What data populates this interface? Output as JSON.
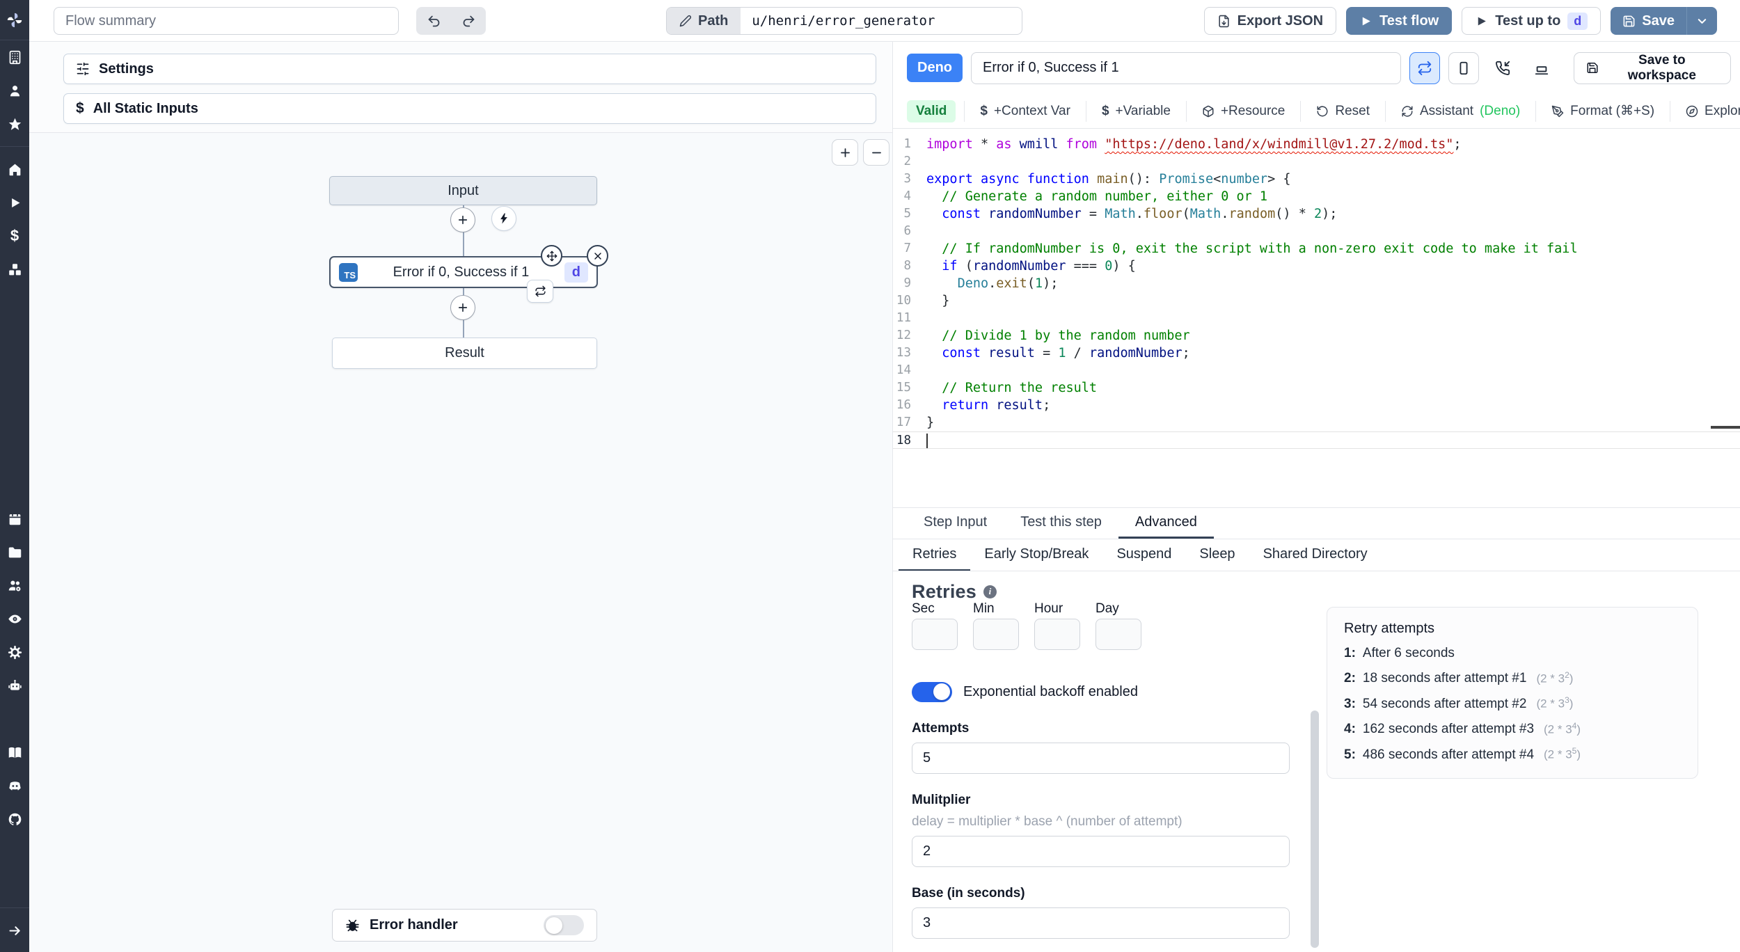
{
  "topbar": {
    "flow_summary_placeholder": "Flow summary",
    "path_label": "Path",
    "path_value": "u/henri/error_generator",
    "export_json_label": "Export JSON",
    "test_flow_label": "Test flow",
    "test_up_to_label": "Test up to",
    "test_up_to_badge": "d",
    "save_label": "Save"
  },
  "sidebar": {
    "groups": [
      [
        "building",
        "user",
        "star"
      ],
      [
        "home",
        "play",
        "dollar",
        "boxes"
      ],
      [
        "calendar",
        "folder",
        "users-gear",
        "eye",
        "gear",
        "bot"
      ],
      [
        "book",
        "discord",
        "github"
      ]
    ],
    "bottom": "arrow-right"
  },
  "flow": {
    "settings_label": "Settings",
    "static_inputs_label": "All Static Inputs",
    "input_node": "Input",
    "step_node": "Error if 0, Success if 1",
    "step_lang_badge": "TS",
    "step_id_badge": "d",
    "result_node": "Result",
    "error_handler_label": "Error handler"
  },
  "editor_header": {
    "lang_badge": "Deno",
    "title_value": "Error if 0, Success if 1",
    "save_to_workspace_label": "Save to workspace"
  },
  "editor_toolbar": {
    "valid_label": "Valid",
    "items": [
      {
        "icon": "dollar-icon",
        "label": "+Context Var"
      },
      {
        "icon": "dollar-icon",
        "label": "+Variable"
      },
      {
        "icon": "package-icon",
        "label": "+Resource"
      },
      {
        "icon": "rotate-ccw-icon",
        "label": "Reset"
      },
      {
        "icon": "refresh-cw-icon",
        "label": "Assistant",
        "suffix": "(Deno)"
      },
      {
        "icon": "pen-tool-icon",
        "label": "Format (⌘+S)"
      },
      {
        "icon": "compass-icon",
        "label": "Explore other s"
      }
    ]
  },
  "code": {
    "lines": [
      {
        "n": 1,
        "seg": [
          [
            "c",
            "import"
          ],
          [
            "p",
            " * "
          ],
          [
            "c",
            "as"
          ],
          [
            "v",
            " wmill"
          ],
          [
            "p",
            " "
          ],
          [
            "c",
            "from"
          ],
          [
            "p",
            " "
          ],
          [
            "su",
            "\"https://deno.land/x/windmill@v1.27.2/mod.ts\""
          ],
          [
            "p",
            ";"
          ]
        ]
      },
      {
        "n": 2,
        "seg": []
      },
      {
        "n": 3,
        "seg": [
          [
            "k",
            "export"
          ],
          [
            "p",
            " "
          ],
          [
            "k",
            "async"
          ],
          [
            "p",
            " "
          ],
          [
            "k",
            "function"
          ],
          [
            "p",
            " "
          ],
          [
            "f",
            "main"
          ],
          [
            "p",
            "(): "
          ],
          [
            "t",
            "Promise"
          ],
          [
            "p",
            "<"
          ],
          [
            "t",
            "number"
          ],
          [
            "p",
            "> {"
          ]
        ]
      },
      {
        "n": 4,
        "seg": [
          [
            "m",
            "  // Generate a random number, either 0 or 1"
          ]
        ]
      },
      {
        "n": 5,
        "seg": [
          [
            "p",
            "  "
          ],
          [
            "k",
            "const"
          ],
          [
            "v",
            " randomNumber"
          ],
          [
            "p",
            " = "
          ],
          [
            "t",
            "Math"
          ],
          [
            "p",
            "."
          ],
          [
            "f",
            "floor"
          ],
          [
            "p",
            "("
          ],
          [
            "t",
            "Math"
          ],
          [
            "p",
            "."
          ],
          [
            "f",
            "random"
          ],
          [
            "p",
            "() * "
          ],
          [
            "n2",
            "2"
          ],
          [
            "p",
            ");"
          ]
        ]
      },
      {
        "n": 6,
        "seg": []
      },
      {
        "n": 7,
        "seg": [
          [
            "m",
            "  // If randomNumber is 0, exit the script with a non-zero exit code to make it fail"
          ]
        ]
      },
      {
        "n": 8,
        "seg": [
          [
            "p",
            "  "
          ],
          [
            "k",
            "if"
          ],
          [
            "p",
            " ("
          ],
          [
            "v",
            "randomNumber"
          ],
          [
            "p",
            " === "
          ],
          [
            "n2",
            "0"
          ],
          [
            "p",
            ") {"
          ]
        ]
      },
      {
        "n": 9,
        "seg": [
          [
            "p",
            "    "
          ],
          [
            "t",
            "Deno"
          ],
          [
            "p",
            "."
          ],
          [
            "f",
            "exit"
          ],
          [
            "p",
            "("
          ],
          [
            "n2",
            "1"
          ],
          [
            "p",
            ");"
          ]
        ]
      },
      {
        "n": 10,
        "seg": [
          [
            "p",
            "  }"
          ]
        ]
      },
      {
        "n": 11,
        "seg": []
      },
      {
        "n": 12,
        "seg": [
          [
            "m",
            "  // Divide 1 by the random number"
          ]
        ]
      },
      {
        "n": 13,
        "seg": [
          [
            "p",
            "  "
          ],
          [
            "k",
            "const"
          ],
          [
            "v",
            " result"
          ],
          [
            "p",
            " = "
          ],
          [
            "n2",
            "1"
          ],
          [
            "p",
            " / "
          ],
          [
            "v",
            "randomNumber"
          ],
          [
            "p",
            ";"
          ]
        ]
      },
      {
        "n": 14,
        "seg": []
      },
      {
        "n": 15,
        "seg": [
          [
            "m",
            "  // Return the result"
          ]
        ]
      },
      {
        "n": 16,
        "seg": [
          [
            "p",
            "  "
          ],
          [
            "k",
            "return"
          ],
          [
            "v",
            " result"
          ],
          [
            "p",
            ";"
          ]
        ]
      },
      {
        "n": 17,
        "seg": [
          [
            "p",
            "}"
          ]
        ]
      },
      {
        "n": 18,
        "seg": [],
        "current": true
      }
    ]
  },
  "panel_tabs": {
    "items": [
      "Step Input",
      "Test this step",
      "Advanced"
    ],
    "active": 2
  },
  "advanced_tabs": {
    "items": [
      "Retries",
      "Early Stop/Break",
      "Suspend",
      "Sleep",
      "Shared Directory"
    ],
    "active": 0
  },
  "retries": {
    "heading": "Retries",
    "time_labels": [
      "Sec",
      "Min",
      "Hour",
      "Day"
    ],
    "toggle_label": "Exponential backoff enabled",
    "toggle_on": true,
    "attempts_label": "Attempts",
    "attempts_value": "5",
    "multiplier_label": "Mulitplier",
    "multiplier_help": "delay = multiplier * base ^ (number of attempt)",
    "multiplier_value": "2",
    "base_label": "Base (in seconds)",
    "base_value": "3",
    "retry_attempts": {
      "title": "Retry attempts",
      "items": [
        {
          "n": "1:",
          "text": "After 6 seconds",
          "formula": null,
          "exp": null
        },
        {
          "n": "2:",
          "text": "18 seconds after attempt #1",
          "formula": "(2 * 3",
          "exp": "2"
        },
        {
          "n": "3:",
          "text": "54 seconds after attempt #2",
          "formula": "(2 * 3",
          "exp": "3"
        },
        {
          "n": "4:",
          "text": "162 seconds after attempt #3",
          "formula": "(2 * 3",
          "exp": "4"
        },
        {
          "n": "5:",
          "text": "486 seconds after attempt #4",
          "formula": "(2 * 3",
          "exp": "5"
        }
      ]
    }
  },
  "colors": {
    "primary_button": "#5d7fa6",
    "deno_badge": "#3b82f6",
    "valid_bg": "#dcfce7",
    "valid_text": "#15803d",
    "toggle_on": "#2563eb",
    "sidebar_bg": "#2b3240",
    "id_badge_bg": "#e0e7ff",
    "id_badge_text": "#4f46e5"
  }
}
